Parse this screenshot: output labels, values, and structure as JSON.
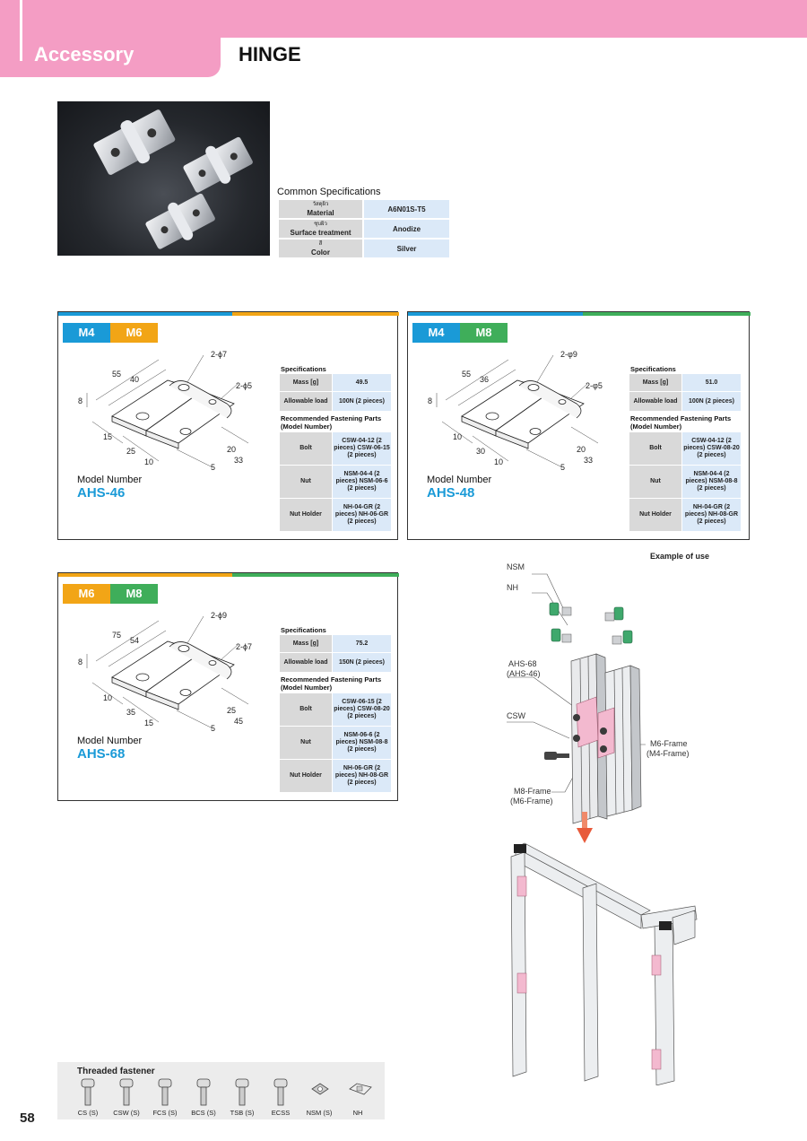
{
  "header": {
    "section": "Accessory",
    "title": "HINGE"
  },
  "common_specs": {
    "title": "Common Specifications",
    "rows": [
      {
        "thai": "วัสดุผิว",
        "label": "Material",
        "value": "A6N01S-T5"
      },
      {
        "thai": "ชุบผิว",
        "label": "Surface treatment",
        "value": "Anodize"
      },
      {
        "thai": "สี",
        "label": "Color",
        "value": "Silver"
      }
    ]
  },
  "products": [
    {
      "badges": [
        "M4",
        "M6"
      ],
      "model_label": "Model Number",
      "model": "AHS-46",
      "dims": {
        "hole_a": "2-ϕ7",
        "hole_b": "2-ϕ5",
        "d55": "55",
        "d40": "40",
        "d8": "8",
        "d15": "15",
        "d25": "25",
        "d10": "10",
        "d5": "5",
        "d20": "20",
        "d33": "33"
      },
      "spec_title": "Specifications",
      "mass_label": "Mass [g]",
      "mass": "49.5",
      "load_label": "Allowable load",
      "load": "100N (2 pieces)",
      "rec_title": "Recommended Fastening Parts (Model Number)",
      "bolt_label": "Bolt",
      "bolt": "CSW-04-12 (2 pieces) CSW-06-15 (2 pieces)",
      "nut_label": "Nut",
      "nut": "NSM-04-4 (2 pieces) NSM-06-6 (2 pieces)",
      "holder_label": "Nut Holder",
      "holder": "NH-04-GR (2 pieces) NH-06-GR (2 pieces)"
    },
    {
      "badges": [
        "M4",
        "M8"
      ],
      "model_label": "Model Number",
      "model": "AHS-48",
      "dims": {
        "hole_a": "2-φ9",
        "hole_b": "2-φ5",
        "d55": "55",
        "d40": "36",
        "d8": "8",
        "d15": "10",
        "d25": "30",
        "d10": "10",
        "d5": "5",
        "d20": "20",
        "d33": "33"
      },
      "spec_title": "Specifications",
      "mass_label": "Mass [g]",
      "mass": "51.0",
      "load_label": "Allowable load",
      "load": "100N (2 pieces)",
      "rec_title": "Recommended Fastening Parts (Model Number)",
      "bolt_label": "Bolt",
      "bolt": "CSW-04-12 (2 pieces) CSW-08-20 (2 pieces)",
      "nut_label": "Nut",
      "nut": "NSM-04-4 (2 pieces) NSM-08-8 (2 pieces)",
      "holder_label": "Nut Holder",
      "holder": "NH-04-GR (2 pieces) NH-08-GR (2 pieces)"
    },
    {
      "badges": [
        "M6",
        "M8"
      ],
      "model_label": "Model Number",
      "model": "AHS-68",
      "dims": {
        "hole_a": "2-ϕ9",
        "hole_b": "2-ϕ7",
        "d55": "75",
        "d40": "54",
        "d8": "8",
        "d15": "10",
        "d25": "35",
        "d10": "15",
        "d5": "5",
        "d20": "25",
        "d33": "45"
      },
      "spec_title": "Specifications",
      "mass_label": "Mass [g]",
      "mass": "75.2",
      "load_label": "Allowable load",
      "load": "150N (2 pieces)",
      "rec_title": "Recommended Fastening Parts (Model Number)",
      "bolt_label": "Bolt",
      "bolt": "CSW-06-15 (2 pieces) CSW-08-20 (2 pieces)",
      "nut_label": "Nut",
      "nut": "NSM-06-6 (2 pieces) NSM-08-8 (2 pieces)",
      "holder_label": "Nut Holder",
      "holder": "NH-06-GR (2 pieces) NH-08-GR (2 pieces)"
    }
  ],
  "example": {
    "title": "Example of use",
    "labels": {
      "nsm": "NSM",
      "nh": "NH",
      "ahs1": "AHS-68",
      "ahs2": "(AHS-46)",
      "csw": "CSW",
      "m6a": "M6-Frame",
      "m6b": "(M4-Frame)",
      "m8a": "M8-Frame",
      "m8b": "(M6-Frame)"
    }
  },
  "fasteners": {
    "title": "Threaded fastener",
    "items": [
      "CS (S)",
      "CSW (S)",
      "FCS (S)",
      "BCS (S)",
      "TSB (S)",
      "ECSS",
      "NSM (S)",
      "NH"
    ]
  },
  "page_number": "58",
  "colors": {
    "pink": "#f49dc4",
    "blue": "#1a9ad7",
    "orange": "#f2a516",
    "green": "#3fae5a"
  }
}
